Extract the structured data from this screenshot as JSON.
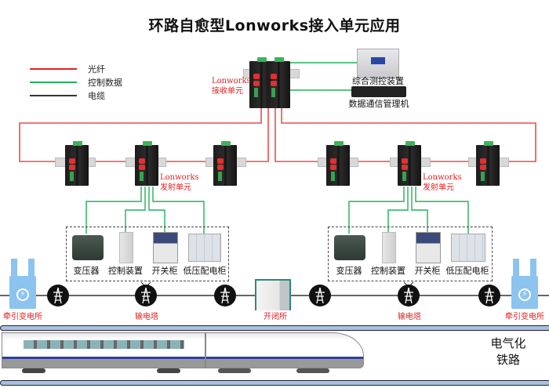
{
  "title": "环路自愈型Lonworks接入单元应用",
  "legend": [
    {
      "label": "光纤",
      "color": "#e52020"
    },
    {
      "label": "控制数据",
      "color": "#21b05a"
    },
    {
      "label": "电缆",
      "color": "#333333"
    }
  ],
  "receiver": {
    "label_line1": "Lonworks",
    "label_line2": "接收单元"
  },
  "host_devices": [
    {
      "label": "综合测控装置"
    },
    {
      "label": "数据通信管理机"
    }
  ],
  "transmitters": [
    {
      "label_line1": "Lonworks",
      "label_line2": "发射单元"
    },
    {
      "label_line1": "Lonworks",
      "label_line2": "发射单元"
    }
  ],
  "equipment_groups": [
    {
      "items": [
        "变压器",
        "控制装置",
        "开关柜",
        "低压配电柜"
      ]
    },
    {
      "items": [
        "变压器",
        "控制装置",
        "开关柜",
        "低压配电柜"
      ]
    }
  ],
  "line_labels": {
    "substation_left": "牵引变电所",
    "tower_left": "输电塔",
    "switch_station": "开闭所",
    "tower_right": "输电塔",
    "substation_right": "牵引变电所"
  },
  "railway_label_line1": "电气化",
  "railway_label_line2": "铁路",
  "colors": {
    "fiber": "#ef4a4a",
    "control": "#21b05a",
    "cable": "#333333",
    "label_red": "#e02020"
  }
}
